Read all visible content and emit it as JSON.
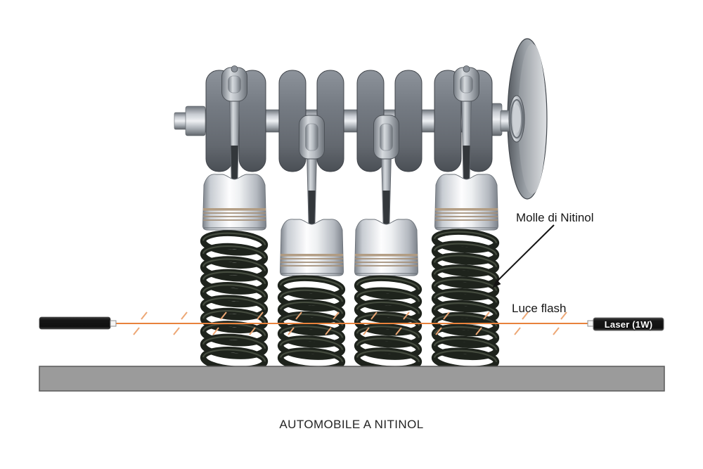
{
  "caption": "AUTOMOBILE A NITINOL",
  "labels": {
    "springs": "Molle di Nitinol",
    "flash": "Luce flash",
    "laser": "Laser (1W)"
  },
  "counts": {
    "pistons": 4,
    "springs": 4
  },
  "colors": {
    "beam": "#e8823c",
    "flash": "#eda775",
    "spring": "#1e231c",
    "spring_highlight": "#4d5547",
    "base": "#9b9b9b",
    "base_border": "#5a5a5a",
    "laser_body_dark": "#161616",
    "metal_web_dark": "#4c5156",
    "annotation": "#141414",
    "ring_groove": "#b09a7f"
  }
}
